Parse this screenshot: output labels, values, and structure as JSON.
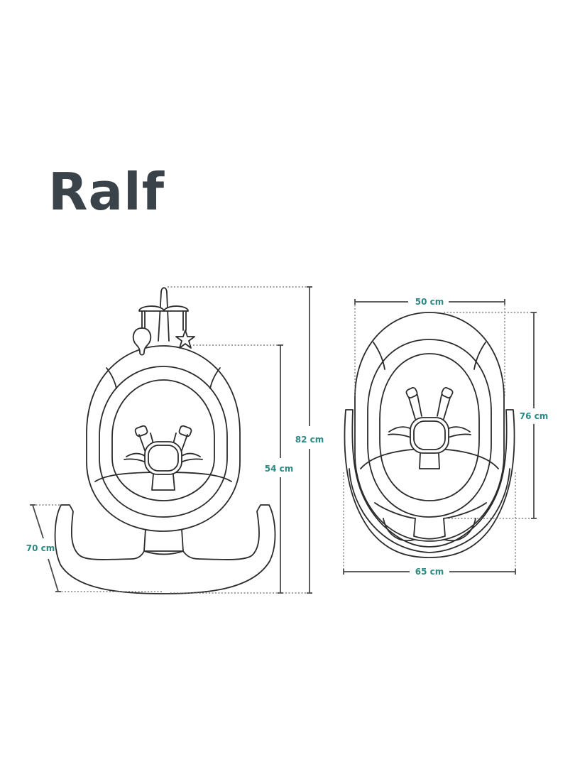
{
  "product": {
    "name": "Ralf"
  },
  "colors": {
    "title": "#3a424a",
    "dimension_label": "#2a8a84",
    "line": "#2b2b2b"
  },
  "views": {
    "side_view": {
      "dimensions": {
        "total_height": "82 cm",
        "seat_height": "54 cm",
        "base_depth": "70 cm"
      }
    },
    "front_view": {
      "dimensions": {
        "seat_width": "50 cm",
        "base_width": "65 cm",
        "height": "76 cm"
      }
    }
  }
}
